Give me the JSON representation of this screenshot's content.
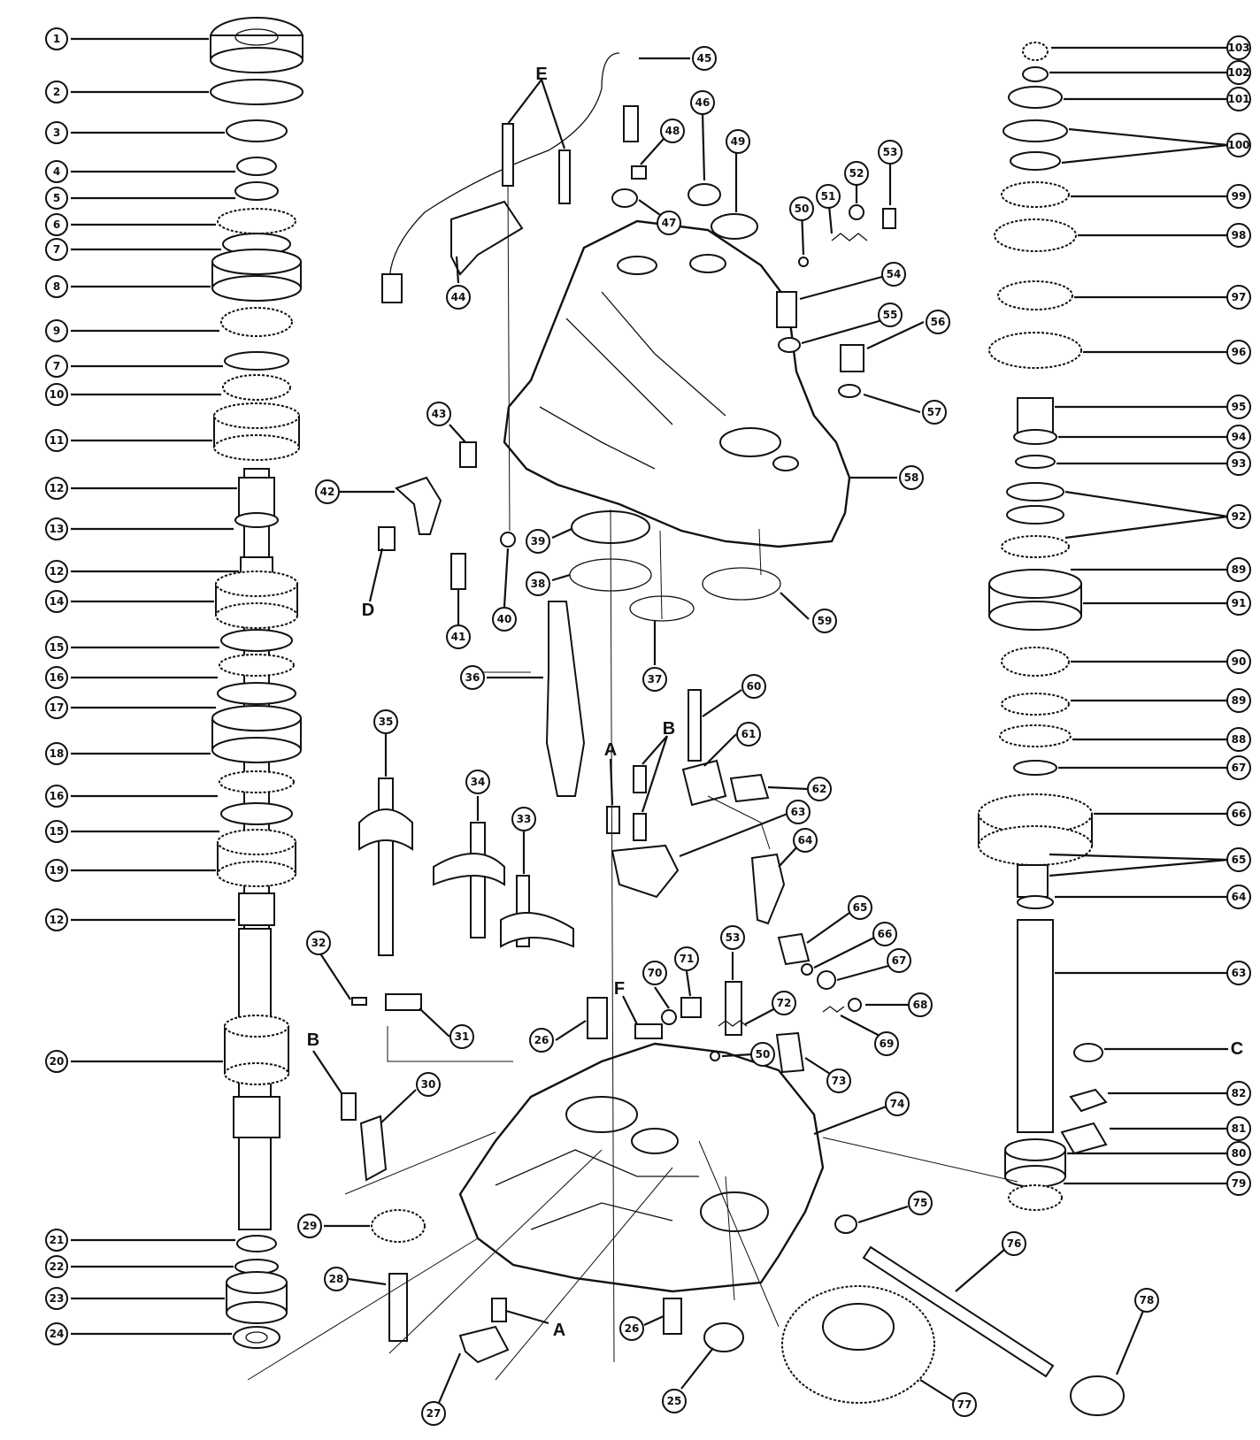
{
  "callouts": {
    "c1": "1",
    "c2": "2",
    "c3": "3",
    "c4": "4",
    "c5": "5",
    "c6": "6",
    "c7a": "7",
    "c8": "8",
    "c9": "9",
    "c7b": "7",
    "c10": "10",
    "c11": "11",
    "c12a": "12",
    "c13": "13",
    "c12b": "12",
    "c14": "14",
    "c15a": "15",
    "c16a": "16",
    "c17": "17",
    "c18": "18",
    "c16b": "16",
    "c15b": "15",
    "c19": "19",
    "c12c": "12",
    "c20": "20",
    "c21": "21",
    "c22": "22",
    "c23": "23",
    "c24": "24",
    "c25": "25",
    "c26a": "26",
    "c26b": "26",
    "c27": "27",
    "c28": "28",
    "c29": "29",
    "c30": "30",
    "c31": "31",
    "c32": "32",
    "c33": "33",
    "c34": "34",
    "c35": "35",
    "c36": "36",
    "c37": "37",
    "c38": "38",
    "c39": "39",
    "c40": "40",
    "c41": "41",
    "c42": "42",
    "c43": "43",
    "c44": "44",
    "c45": "45",
    "c46": "46",
    "c47": "47",
    "c48": "48",
    "c49": "49",
    "c50a": "50",
    "c50b": "50",
    "c51": "51",
    "c52": "52",
    "c53a": "53",
    "c53b": "53",
    "c54": "54",
    "c55": "55",
    "c56": "56",
    "c57": "57",
    "c58": "58",
    "c59": "59",
    "c60": "60",
    "c61": "61",
    "c62": "62",
    "c63a": "63",
    "c63b": "63",
    "c64a": "64",
    "c64b": "64",
    "c65a": "65",
    "c65b": "65",
    "c66a": "66",
    "c66b": "66",
    "c67a": "67",
    "c67b": "67",
    "c68": "68",
    "c69": "69",
    "c70": "70",
    "c71": "71",
    "c72": "72",
    "c73": "73",
    "c74": "74",
    "c75": "75",
    "c76": "76",
    "c77": "77",
    "c78": "78",
    "c79": "79",
    "c80": "80",
    "c81": "81",
    "c82": "82",
    "c88": "88",
    "c89a": "89",
    "c89b": "89",
    "c90": "90",
    "c91": "91",
    "c92": "92",
    "c93": "93",
    "c94": "94",
    "c95": "95",
    "c96": "96",
    "c97": "97",
    "c98": "98",
    "c99": "99",
    "c100": "100",
    "c101": "101",
    "c102": "102",
    "c103": "103"
  },
  "letters": {
    "E": "E",
    "D": "D",
    "A1": "A",
    "B1": "B",
    "B2": "B",
    "F": "F",
    "A2": "A",
    "C": "C"
  },
  "colors": {
    "ink": "#111111",
    "paper": "#ffffff"
  }
}
